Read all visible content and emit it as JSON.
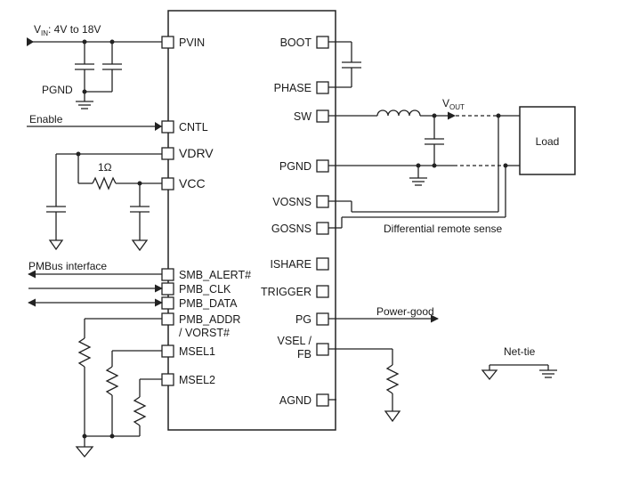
{
  "diagram": {
    "ic_pins_left": [
      {
        "id": "pvin",
        "label": "PVIN"
      },
      {
        "id": "cntl",
        "label": "CNTL"
      },
      {
        "id": "vdrv",
        "label": "VDRV"
      },
      {
        "id": "vcc",
        "label": "VCC"
      },
      {
        "id": "smb-alert",
        "label": "SMB_ALERT#"
      },
      {
        "id": "pmb-clk",
        "label": "PMB_CLK"
      },
      {
        "id": "pmb-data",
        "label": "PMB_DATA"
      },
      {
        "id": "pmb-addr",
        "label": "PMB_ADDR",
        "label2": "/ VORST#"
      },
      {
        "id": "msel1",
        "label": "MSEL1"
      },
      {
        "id": "msel2",
        "label": "MSEL2"
      }
    ],
    "ic_pins_right": [
      {
        "id": "boot",
        "label": "BOOT"
      },
      {
        "id": "phase",
        "label": "PHASE"
      },
      {
        "id": "sw",
        "label": "SW"
      },
      {
        "id": "pgnd",
        "label": "PGND"
      },
      {
        "id": "vosns",
        "label": "VOSNS"
      },
      {
        "id": "gosns",
        "label": "GOSNS"
      },
      {
        "id": "ishare",
        "label": "ISHARE"
      },
      {
        "id": "trigger",
        "label": "TRIGGER"
      },
      {
        "id": "pg",
        "label": "PG"
      },
      {
        "id": "vsel",
        "label": "VSEL /",
        "label2": "FB"
      },
      {
        "id": "agnd",
        "label": "AGND"
      }
    ],
    "vin_label": {
      "main": "V",
      "sub": "IN",
      "rest": ": 4V to 18V"
    },
    "pgnd_label": "PGND",
    "enable_label": "Enable",
    "resistor_label": "1Ω",
    "pmbus_label": "PMBus interface",
    "vout_label": {
      "main": "V",
      "sub": "OUT"
    },
    "load_label": "Load",
    "remote_sense_label": "Differential remote sense",
    "power_good_label": "Power-good",
    "net_tie_label": "Net-tie"
  }
}
